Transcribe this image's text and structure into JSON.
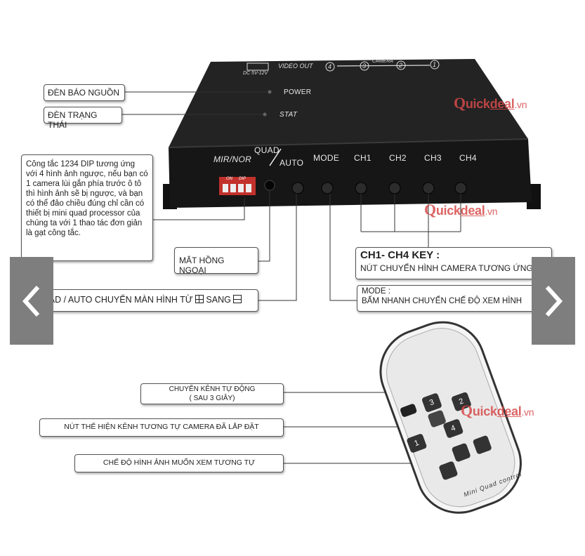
{
  "device": {
    "top_labels": {
      "dc": "DC 5V-12V",
      "video_out": "VIDEO OUT",
      "camera": "CAMERA",
      "ports": [
        "4",
        "3",
        "2",
        "1"
      ]
    },
    "power_label": "POWER",
    "stat_label": "STAT",
    "mir_nor": "MIR/NOR",
    "quad": "QUAD",
    "auto": "AUTO",
    "mode": "MODE",
    "ch1": "CH1",
    "ch2": "CH2",
    "ch3": "CH3",
    "ch4": "CH4",
    "dip_on": "ON",
    "dip_dip": "DIP"
  },
  "callouts": {
    "power_led": "ĐÈN BÁO NGUỒN",
    "status_led": "ĐÈN TRẠNG THÁI",
    "dip_desc": "Công tắc 1234 DIP tương ứng với 4 hình ảnh ngược, nếu bạn có 1 camera lùi gắn phía trước ô tô thì hình ảnh sẽ bị ngược, và bạn có thể đảo chiều đúng chỉ cần có thiết bị mini quad processor của chúng ta với 1 thao tác đơn giản là gạt công tắc.",
    "ir_eye": "MẮT HỒNG NGOẠI",
    "quad_auto_prefix": "QUAD / AUTO CHUYỂN MÀN HÌNH TỪ",
    "quad_auto_mid": "SANG",
    "ch_key_title": "CH1- CH4 KEY :",
    "ch_key_desc": "NÚT CHUYỂN HÌNH CAMERA TƯƠNG ỨNG",
    "mode_title": "MODE :",
    "mode_desc": "BẤM NHANH CHUYỂN CHẾ ĐỘ XEM HÌNH",
    "auto_switch_line1": "CHUYỂN KÊNH TỰ ĐỘNG",
    "auto_switch_line2": "( SAU 3 GIÂY)",
    "channel_buttons": "NÚT THỂ HIỆN KÊNH TƯƠNG TỰ CAMERA ĐÃ LẮP ĐẶT",
    "view_mode": "CHẾ ĐỘ HÌNH ẢNH MUỐN XEM TƯƠNG TỰ"
  },
  "remote": {
    "label": "Mini Quad control",
    "keys": [
      "1",
      "2",
      "3",
      "4"
    ]
  },
  "watermark": {
    "q": "Q",
    "uick": "uick",
    "deal": "deal",
    "vn": ".vn"
  },
  "colors": {
    "device_body": "#1a1a1a",
    "brand": "#d84a4a",
    "nav_bg": "#7e7e7e"
  },
  "nav": {
    "prev_icon": "chevron-left-icon",
    "next_icon": "chevron-right-icon"
  }
}
